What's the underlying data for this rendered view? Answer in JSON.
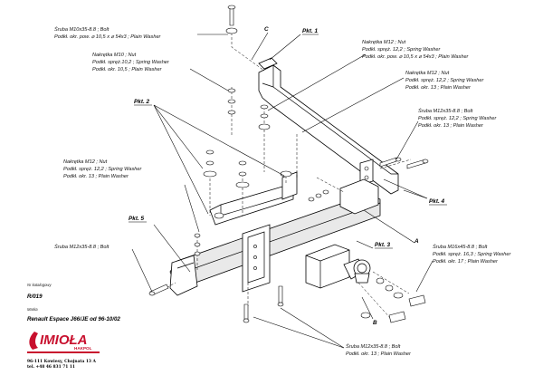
{
  "callouts": {
    "bolt_m10_top": [
      "Śruba M10x35-8.8 ; Bolt",
      "Podkł. okr. pow. ⌀ 10,5 x ⌀ 54x3 ; Plain Washer"
    ],
    "nut_m10": [
      "Nakrętka M10 ; Nut",
      "Podkł. spręż.10,2 ; Spring Washer",
      "Podkł. okr. 10,5 ; Plain Washer"
    ],
    "nut_m12_top": [
      "Nakrętka M12 ; Nut",
      "Podkł. spręż. 12,2 ; Spring Washer",
      "Podkł. okr. pow. ⌀ 10,5 x ⌀ 54x3 ; Plain Washer"
    ],
    "nut_m12_right": [
      "Nakrętka M12 ; Nut",
      "Podkł. spręż. 12,2 ; Spring Washer",
      "Podkł. okr. 13 ; Plain Washer"
    ],
    "bolt_m12_right": [
      "Śruba M12x35-8.8 ; Bolt",
      "Podkł. spręż. 12,2 ; Spring Washer",
      "Podkł. okr. 13 ; Plain Washer"
    ],
    "nut_m12_left": [
      "Nakrętka M12 ; Nut",
      "Podkł. spręż. 12,2 ; Spring Washer",
      "Podkł. okr. 13 ; Plain Washer"
    ],
    "bolt_m12_left": [
      "Śruba M12x35-8.8 ; Bolt"
    ],
    "bolt_m16": [
      "Śruba M16x45-8.8 ; Bolt",
      "Podkł. spręż. 16,3 ; Spring Washer",
      "Podkł. okr. 17 ; Plain Washer"
    ],
    "bolt_m12_bottom": [
      "Śruba M12x35-8.8 ; Bolt",
      "Podkł. okr. 13 ; Plain Washer"
    ]
  },
  "points": {
    "pkt1": "Pkt. 1",
    "pkt2": "Pkt. 2",
    "pkt3": "Pkt. 3",
    "pkt4": "Pkt. 4",
    "pkt5": "Pkt. 5"
  },
  "letters": {
    "a": "A",
    "b": "B",
    "c": "C"
  },
  "info": {
    "catalog_label": "Nr katalogowy",
    "catalog_no": "R/019",
    "make_label": "Marka",
    "model": "Renault Espace J66/JE   od  96-10/02",
    "logo": "IMIOŁA",
    "logo_sub": "HAKPOL",
    "address1": "96-111 Kowiesy, Chojnata 13 A",
    "address2": "tel. +48 46 831 71 11"
  },
  "colors": {
    "logo_red": "#c8102e"
  }
}
